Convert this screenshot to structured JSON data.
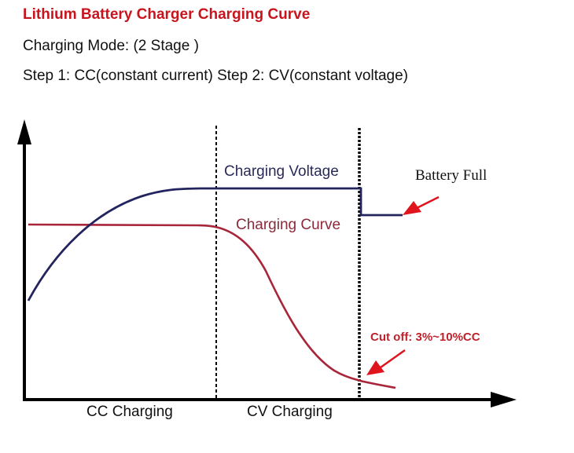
{
  "header": {
    "title": "Lithium Battery Charger Charging Curve",
    "mode": "Charging Mode: (2 Stage )",
    "steps": "Step 1: CC(constant current)  Step 2: CV(constant voltage)"
  },
  "labels": {
    "voltage": "Charging Voltage",
    "curve": "Charging Curve",
    "battery_full": "Battery Full",
    "cutoff": "Cut off: 3%~10%CC",
    "cc_phase": "CC Charging",
    "cv_phase": "CV Charging"
  },
  "colors": {
    "title": "#c8141c",
    "voltage_line": "#23235e",
    "current_line": "#a8263a",
    "arrow": "#e0141c",
    "axis": "#000000"
  },
  "chart_data": {
    "type": "line",
    "title": "Lithium Battery Charger Charging Curve",
    "xlabel": "",
    "ylabel": "",
    "phases": [
      {
        "name": "CC Charging",
        "x_range": [
          0,
          0.39
        ]
      },
      {
        "name": "CV Charging",
        "x_range": [
          0.39,
          0.68
        ]
      }
    ],
    "series": [
      {
        "name": "Charging Voltage",
        "description": "Rises from ~35% to plateau (~75%) during CC, flat during CV, drops to ~65% at Battery Full",
        "points": [
          [
            0.01,
            0.35
          ],
          [
            0.1,
            0.55
          ],
          [
            0.2,
            0.7
          ],
          [
            0.3,
            0.75
          ],
          [
            0.68,
            0.75
          ],
          [
            0.68,
            0.65
          ],
          [
            0.77,
            0.65
          ]
        ]
      },
      {
        "name": "Charging Curve",
        "description": "Constant current (~63%) during CC, then decays during CV to cut-off (3%~10% CC)",
        "points": [
          [
            0.01,
            0.63
          ],
          [
            0.39,
            0.62
          ],
          [
            0.45,
            0.55
          ],
          [
            0.52,
            0.3
          ],
          [
            0.6,
            0.08
          ],
          [
            0.68,
            0.05
          ],
          [
            0.75,
            0.04
          ]
        ]
      }
    ],
    "annotations": [
      "Battery Full",
      "Cut off: 3%~10%CC"
    ],
    "grid": false
  }
}
